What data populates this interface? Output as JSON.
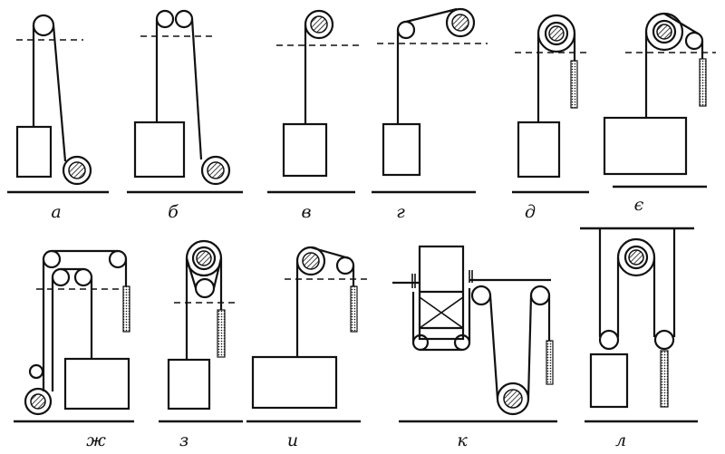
{
  "diagrams": [
    {
      "id": "a",
      "label": "а"
    },
    {
      "id": "b",
      "label": "б"
    },
    {
      "id": "v",
      "label": "в"
    },
    {
      "id": "g",
      "label": "г"
    },
    {
      "id": "d",
      "label": "д"
    },
    {
      "id": "e",
      "label": "є"
    },
    {
      "id": "zh",
      "label": "ж"
    },
    {
      "id": "z",
      "label": "з"
    },
    {
      "id": "i",
      "label": "и"
    },
    {
      "id": "k",
      "label": "к"
    },
    {
      "id": "l",
      "label": "л"
    }
  ]
}
